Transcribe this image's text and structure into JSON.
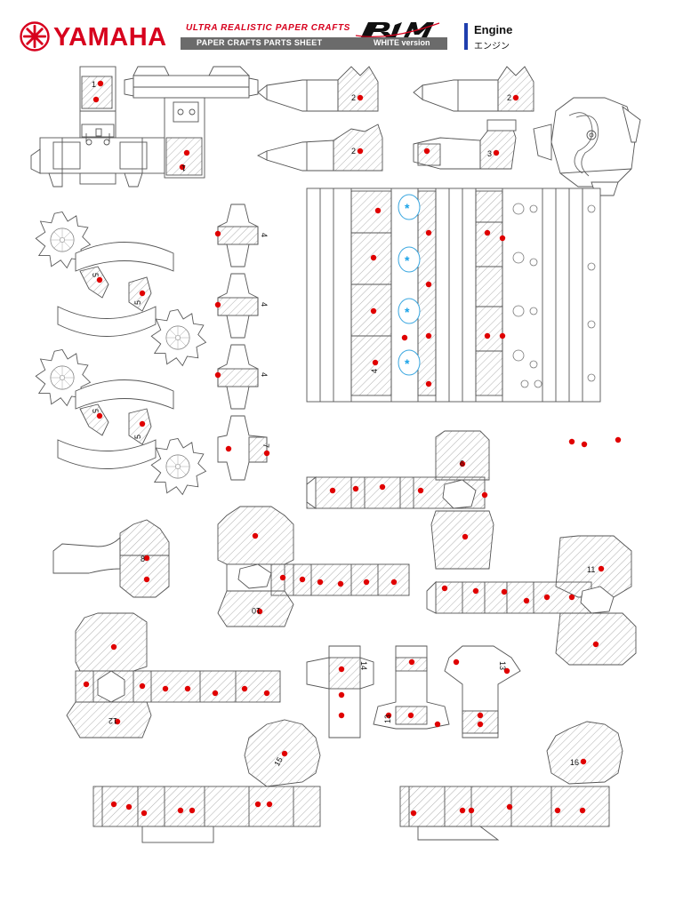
{
  "header": {
    "brand": "YAMAHA",
    "tagline": "ULTRA REALISTIC PAPER CRAFTS",
    "sheet_label": "PAPER CRAFTS  PARTS SHEET",
    "version_label": "WHITE version",
    "model_logo": "R1M",
    "section_title": "Engine",
    "section_subtitle": "エンジン"
  },
  "colors": {
    "brand_red": "#d7001d",
    "accent_blue": "#1f3fae",
    "dot_red": "#e00000",
    "glue_blue": "#1aa3e8"
  },
  "icons": [
    "yamaha-tuning-fork-emblem",
    "r1m-logo",
    "glue-asterisk"
  ],
  "part_numbers": {
    "p1": "1",
    "p2": "2",
    "p3": "3",
    "p4": "4",
    "p5": "5",
    "p6": "6",
    "p7": "7",
    "p8": "8",
    "p9": "9",
    "p10": "10",
    "p11": "11",
    "p12": "12",
    "p13": "13",
    "p14": "14",
    "p15": "15",
    "p16": "16"
  }
}
